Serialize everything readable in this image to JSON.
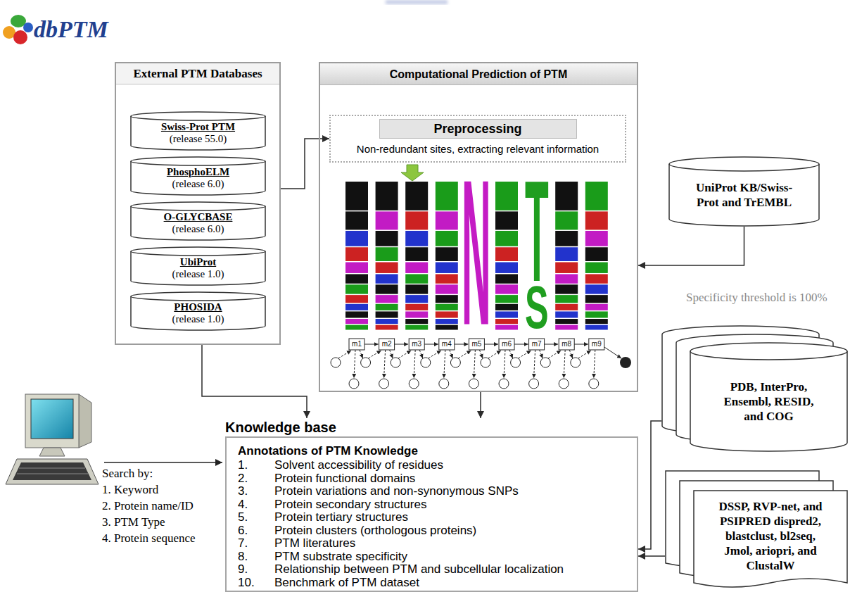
{
  "diagram": {
    "title": "dbPTM",
    "nodes": [
      {
        "text": [
          "External PTM Databases"
        ]
      },
      {
        "text": [
          "Swiss-Prot PTM",
          "(release 55.0)"
        ],
        "in": 0
      },
      {
        "text": [
          "PhosphoELM",
          "(release 6.0)"
        ],
        "in": 0
      },
      {
        "text": [
          "O-GLYCBASE",
          "(release 6.0)"
        ],
        "in": 0
      },
      {
        "text": [
          "UbiProt",
          "(release 1.0)"
        ],
        "in": 0
      },
      {
        "text": [
          "PHOSIDA",
          "(release 1.0)"
        ],
        "in": 0
      },
      {
        "text": [
          "Computational Prediction of PTM"
        ]
      },
      {
        "text": [
          "Preprocessing",
          "Non-redundant sites, extracting relevant information"
        ],
        "in": 6
      },
      {
        "text": [
          "UniProt KB/Swiss- Prot and TrEMBL"
        ]
      },
      {
        "text": [
          "Knowledge base",
          "Annotations of PTM Knowledge",
          "1.",
          "Solvent accessibility of residues",
          "2.",
          "Protein functional domains",
          "3.",
          "Protein variations and non-synonymous SNPs",
          "4.",
          "Protein secondary structures",
          "5.",
          "Protein tertiary structures",
          "6.",
          "Protein clusters (orthologous proteins)",
          "7.",
          "PTM literatures",
          "8.",
          "PTM substrate specificity",
          "9.",
          "Relationship between PTM and subcellular localization",
          "10.",
          "Benchmark of PTM dataset"
        ]
      },
      {
        "text": [
          "PDB, InterPro, Ensembl, RESID, and COG"
        ]
      },
      {
        "text": [
          "DSSP, RVP-net, and PSIPRED dispred2, blastclust, bl2seq, Jmol, ariopri, and ClustalW"
        ]
      }
    ],
    "edges": [
      {
        "from": 0,
        "to": 7,
        "arrow": "to"
      },
      {
        "from": 0,
        "to": 9,
        "arrow": "to"
      },
      {
        "from": 6,
        "to": 9,
        "arrow": "to"
      },
      {
        "from": 8,
        "to": 6,
        "arrow": "to"
      },
      {
        "from": 10,
        "to": 9,
        "arrow": "to"
      },
      {
        "from": 11,
        "to": 9,
        "arrow": "to"
      }
    ],
    "labels": [
      "Search by:",
      "1. Keyword",
      "2. Protein name/ID",
      "3. PTM Type",
      "4. Protein sequence",
      "Specificity threshold is 100%",
      "N",
      "T",
      "S",
      "m1",
      "m2",
      "m3",
      "m4",
      "m5",
      "m6",
      "m7",
      "m8",
      "m9"
    ]
  }
}
